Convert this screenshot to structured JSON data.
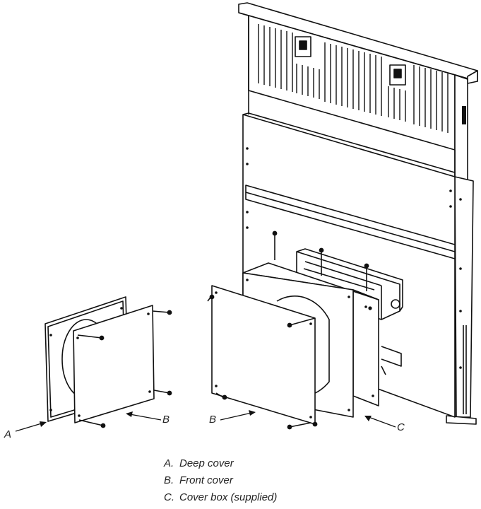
{
  "callouts": {
    "a": "A",
    "b_left": "B",
    "b_right": "B",
    "c": "C"
  },
  "legend": [
    {
      "key": "A.",
      "text": "Deep cover"
    },
    {
      "key": "B.",
      "text": "Front cover"
    },
    {
      "key": "C.",
      "text": "Cover box (supplied)"
    }
  ]
}
